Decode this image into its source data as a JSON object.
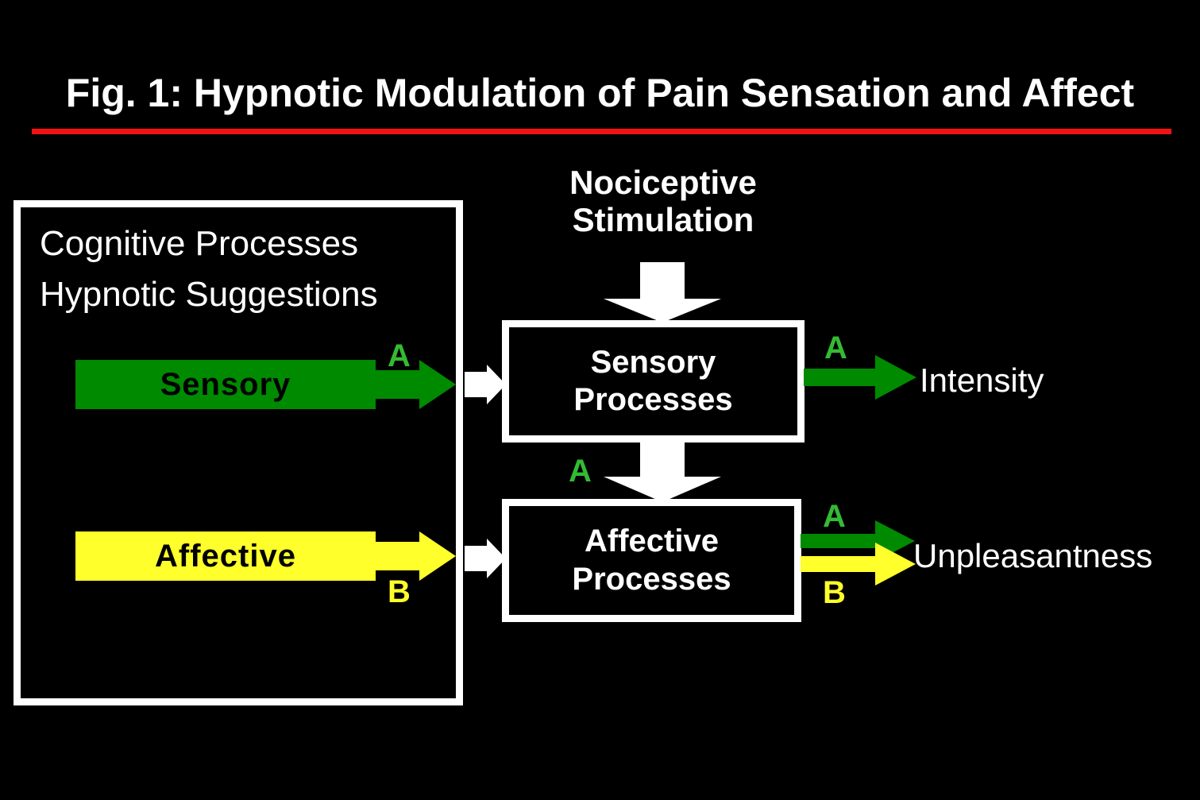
{
  "figure": {
    "title": "Fig. 1: Hypnotic Modulation of Pain Sensation and Affect",
    "rule_color": "#f21212"
  },
  "cognitive_panel": {
    "heading_line1": "Cognitive Processes",
    "heading_line2": "Hypnotic Suggestions",
    "suggestions": [
      {
        "label": "Sensory",
        "color": "#008a00",
        "tag": "A",
        "tag_color": "#33bb33"
      },
      {
        "label": "Affective",
        "color": "#ffff2b",
        "tag": "B",
        "tag_color": "#ffff2b"
      }
    ]
  },
  "stimulus": {
    "line1": "Nociceptive",
    "line2": "Stimulation"
  },
  "process_boxes": [
    {
      "line1": "Sensory",
      "line2": "Processes"
    },
    {
      "line1": "Affective",
      "line2": "Processes"
    }
  ],
  "internal_link": {
    "tag": "A",
    "tag_color": "#33bb33"
  },
  "outputs": [
    {
      "label": "Intensity",
      "arrows": [
        {
          "tag": "A",
          "color": "#008a00",
          "tag_color": "#33bb33"
        }
      ]
    },
    {
      "label": "Unpleasantness",
      "arrows": [
        {
          "tag": "A",
          "color": "#008a00",
          "tag_color": "#33bb33"
        },
        {
          "tag": "B",
          "color": "#ffff2b",
          "tag_color": "#ffff2b"
        }
      ]
    }
  ],
  "colors": {
    "background": "#000000",
    "foreground": "#ffffff",
    "sensory_green": "#008a00",
    "bright_green": "#33bb33",
    "affective_yellow": "#ffff2b",
    "rule_red": "#f21212"
  }
}
